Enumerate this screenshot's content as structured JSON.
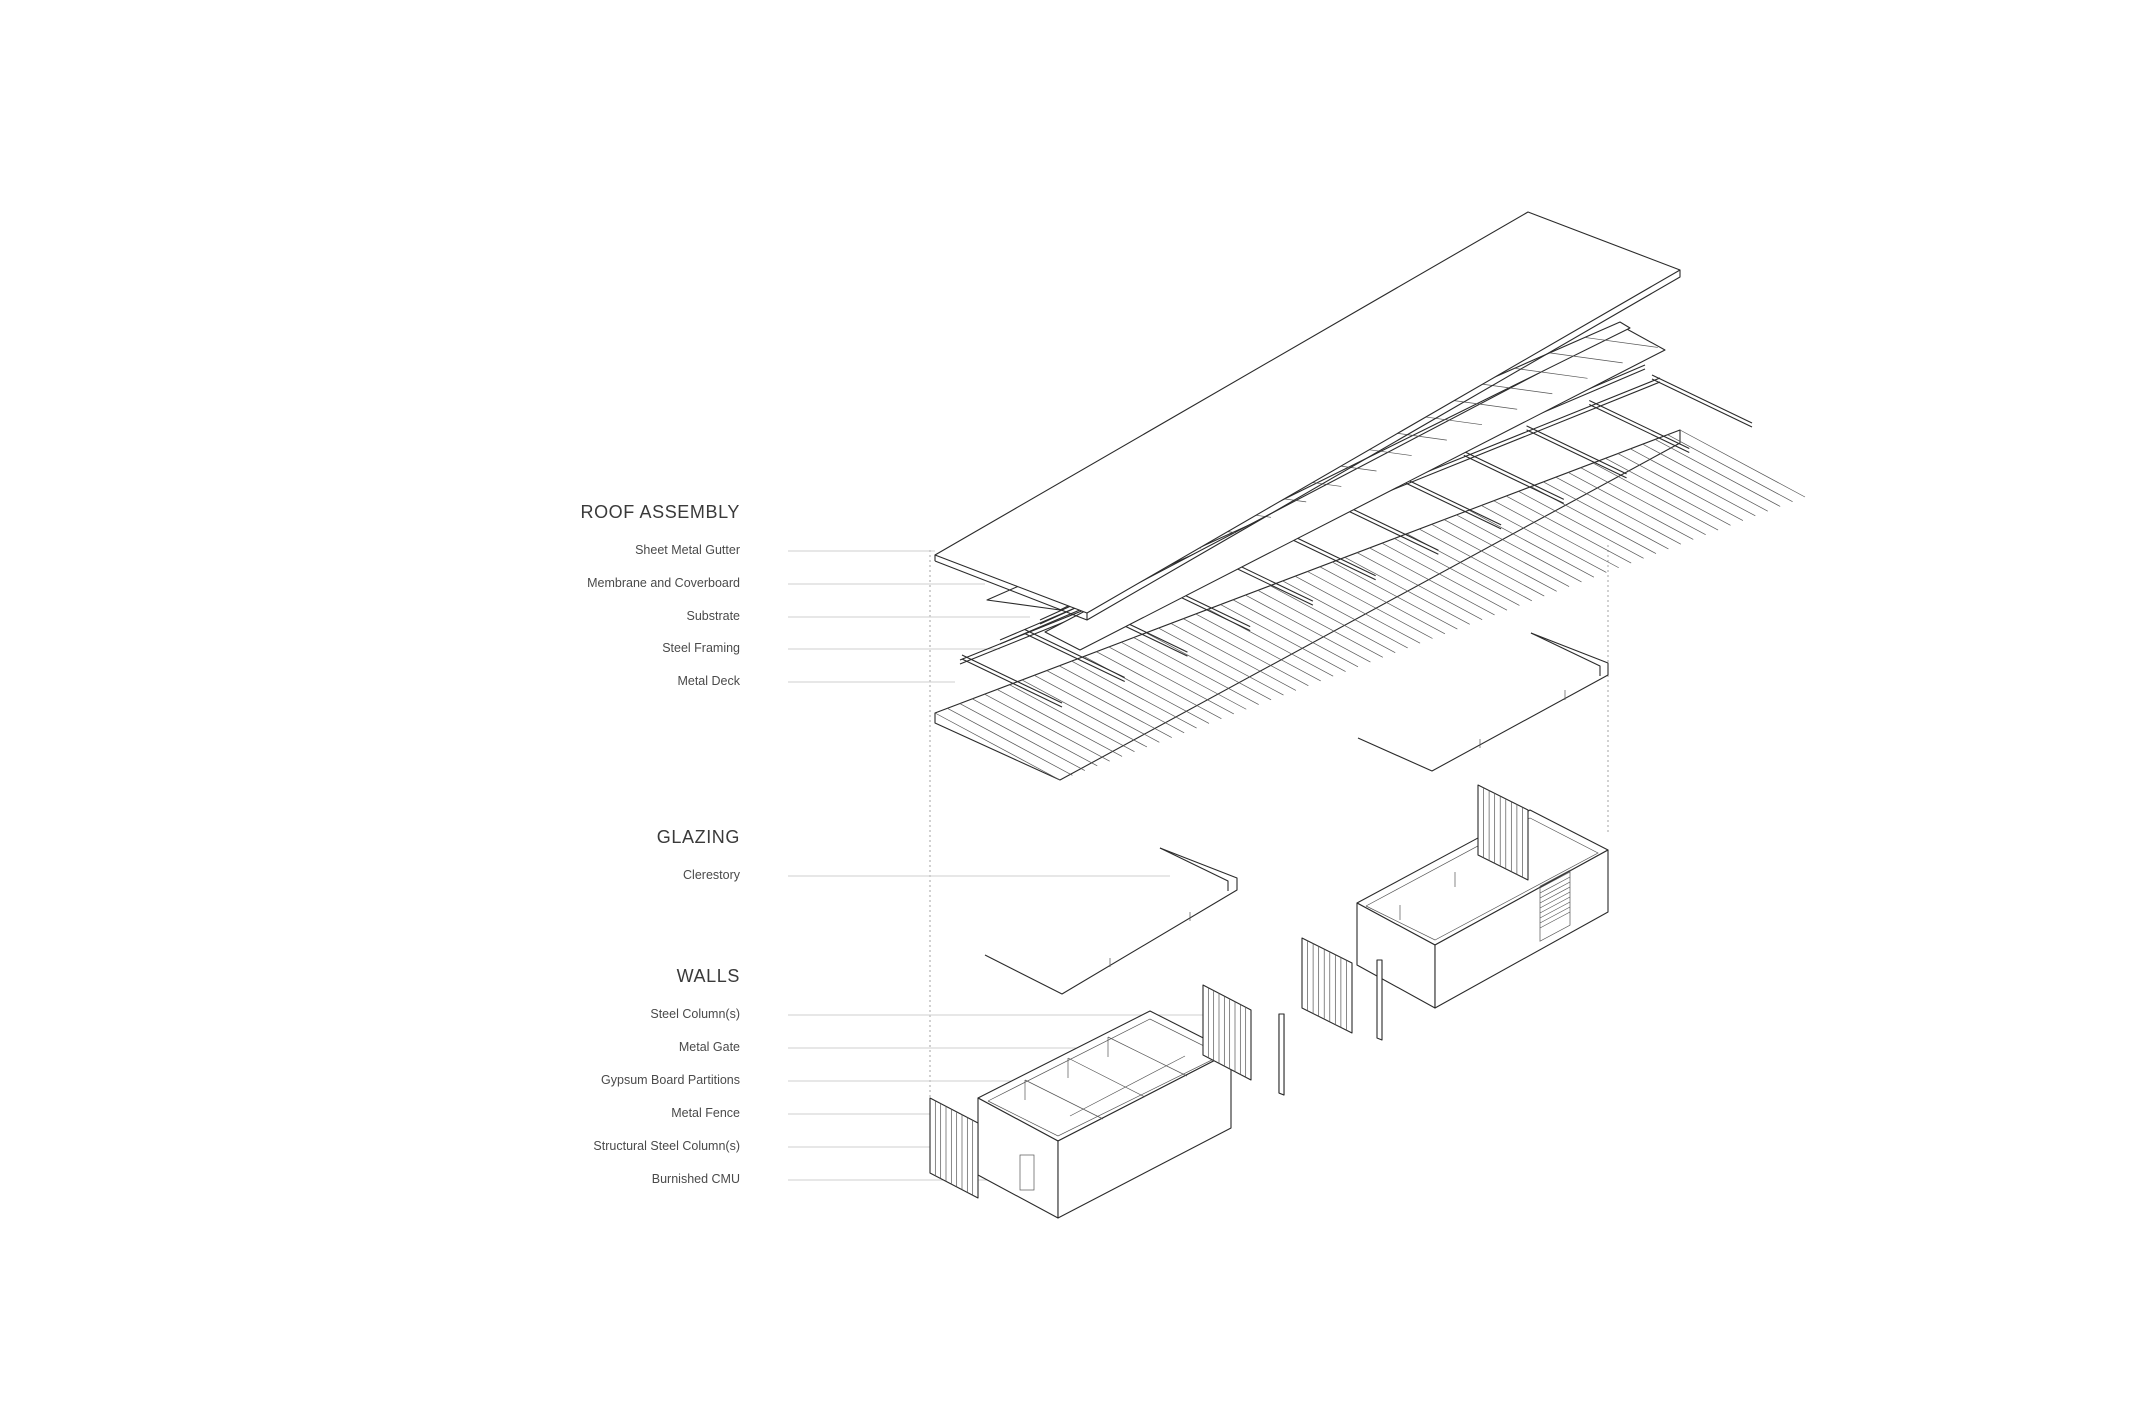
{
  "sections": [
    {
      "heading": "ROOF ASSEMBLY",
      "items": [
        "Sheet Metal Gutter",
        "Membrane and Coverboard",
        "Substrate",
        "Steel Framing",
        "Metal Deck"
      ]
    },
    {
      "heading": "GLAZING",
      "items": [
        "Clerestory"
      ]
    },
    {
      "heading": "WALLS",
      "items": [
        "Steel Column(s)",
        "Metal Gate",
        "Gypsum Board Partitions",
        "Metal Fence",
        "Structural Steel Column(s)",
        "Burnished CMU"
      ]
    }
  ]
}
